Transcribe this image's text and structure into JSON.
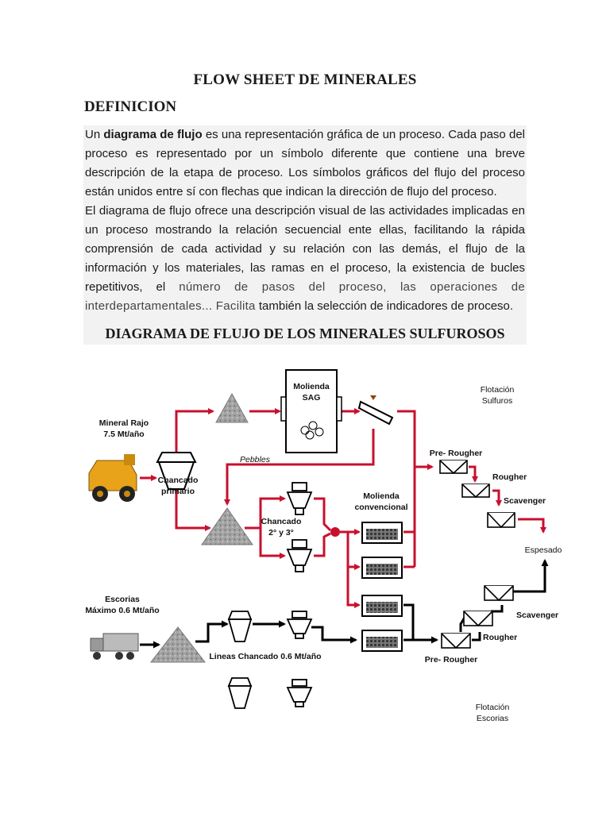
{
  "document": {
    "title": "FLOW SHEET DE MINERALES",
    "heading": "DEFINICION",
    "paragraph1": {
      "lead": "Un ",
      "bold": "diagrama de flujo",
      "rest": " es una representación gráfica de un proceso. Cada paso del proceso es representado por un símbolo diferente que contiene una breve descripción de la etapa de proceso. Los símbolos gráficos del flujo del proceso están unidos entre sí con flechas que indican la dirección de flujo del proceso."
    },
    "paragraph2": {
      "main": "El diagrama de flujo ofrece una descripción visual de las actividades implicadas en un proceso mostrando la relación secuencial ente ellas, facilitando la rápida comprensión de cada actividad y su relación con las demás, el flujo de la información y los materiales, las ramas en el proceso, la existencia de bucles repetitivos, el ",
      "soft": "número de pasos del proceso, las operaciones de interdepartamentales... Facilita",
      "end": " también la selección de indicadores de proceso."
    },
    "diagram_title": "DIAGRAMA DE FLUJO DE LOS MINERALES SULFUROSOS"
  },
  "diagram": {
    "mineral_rajo": [
      "Mineral Rajo",
      "7.5 Mt/año"
    ],
    "chancado_primario": [
      "Chancado",
      "primario"
    ],
    "molienda_sag": [
      "Molienda",
      "SAG"
    ],
    "pebbles": "Pebbles",
    "chancado_2_3": [
      "Chancado",
      "2° y 3°"
    ],
    "molienda_convencional": [
      "Molienda",
      "convencional"
    ],
    "flotacion_sulfuros": [
      "Flotación",
      "Sulfuros"
    ],
    "pre_rougher": "Pre- Rougher",
    "rougher": "Rougher",
    "scavenger": "Scavenger",
    "espesado": "Espesado",
    "escorias": [
      "Escorias",
      "Máximo 0.6 Mt/año"
    ],
    "lineas_chancado": "Lineas Chancado 0.6 Mt/año",
    "scavenger_2": "Scavenger",
    "rougher_2": "Rougher",
    "pre_rougher_2": "Pre- Rougher",
    "flotacion_escorias": [
      "Flotación",
      "Escorias"
    ]
  },
  "colors": {
    "flow_red": "#c8102e",
    "flow_black": "#000000",
    "truck_yellow": "#e8a31a",
    "pile_gray": "#9a9a9a",
    "text_box_bg": "#f2f2f2"
  }
}
